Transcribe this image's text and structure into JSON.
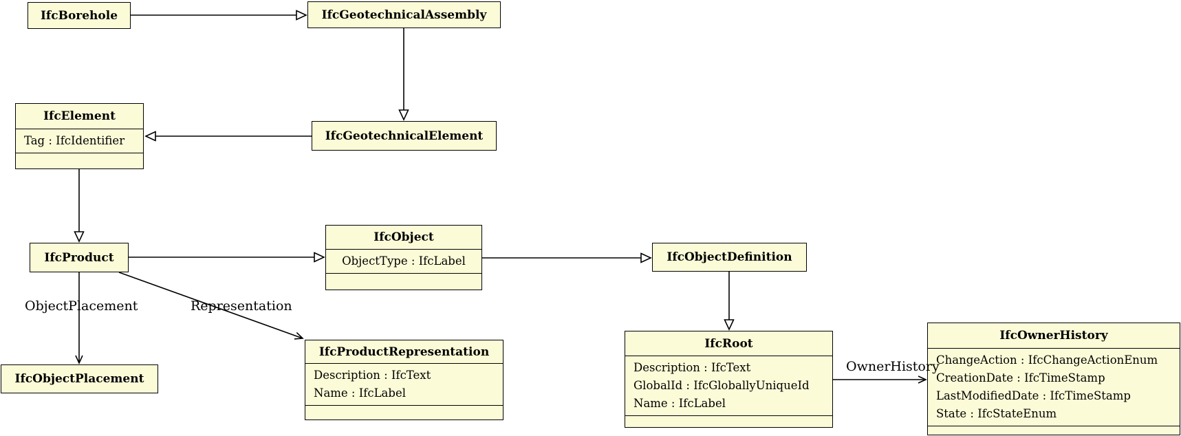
{
  "diagram": {
    "type": "uml-class-diagram",
    "subject": "IFC geotechnical element inheritance and associations",
    "style": {
      "box_fill": "#FBFBD8",
      "box_border": "#000000",
      "background": "#FFFFFF",
      "text_color": "#000000"
    },
    "classes": {
      "borehole": {
        "title": "IfcBorehole",
        "attributes": []
      },
      "geotechnical_assembly": {
        "title": "IfcGeotechnicalAssembly",
        "attributes": []
      },
      "element": {
        "title": "IfcElement",
        "attributes": [
          "Tag : IfcIdentifier"
        ]
      },
      "geotechnical_element": {
        "title": "IfcGeotechnicalElement",
        "attributes": []
      },
      "product": {
        "title": "IfcProduct",
        "attributes": []
      },
      "object": {
        "title": "IfcObject",
        "attributes": [
          "ObjectType : IfcLabel"
        ]
      },
      "object_definition": {
        "title": "IfcObjectDefinition",
        "attributes": []
      },
      "object_placement": {
        "title": "IfcObjectPlacement",
        "attributes": []
      },
      "product_representation": {
        "title": "IfcProductRepresentation",
        "attributes": [
          "Description : IfcText",
          "Name : IfcLabel"
        ]
      },
      "root": {
        "title": "IfcRoot",
        "attributes": [
          "Description : IfcText",
          "GlobalId : IfcGloballyUniqueId",
          "Name : IfcLabel"
        ]
      },
      "owner_history": {
        "title": "IfcOwnerHistory",
        "attributes": [
          "ChangeAction : IfcChangeActionEnum",
          "CreationDate : IfcTimeStamp",
          "LastModifiedDate : IfcTimeStamp",
          "State : IfcStateEnum"
        ]
      }
    },
    "edge_labels": {
      "object_placement": "ObjectPlacement",
      "representation": "Representation",
      "owner_history": "OwnerHistory"
    },
    "relations": [
      "IfcBorehole -|> IfcGeotechnicalAssembly",
      "IfcGeotechnicalAssembly -|> IfcGeotechnicalElement",
      "IfcGeotechnicalElement -|> IfcElement",
      "IfcElement -|> IfcProduct",
      "IfcProduct -|> IfcObject",
      "IfcObject -|> IfcObjectDefinition",
      "IfcObjectDefinition -|> IfcRoot",
      "IfcProduct -> IfcObjectPlacement : ObjectPlacement",
      "IfcProduct -> IfcProductRepresentation : Representation",
      "IfcRoot -> IfcOwnerHistory : OwnerHistory"
    ]
  }
}
